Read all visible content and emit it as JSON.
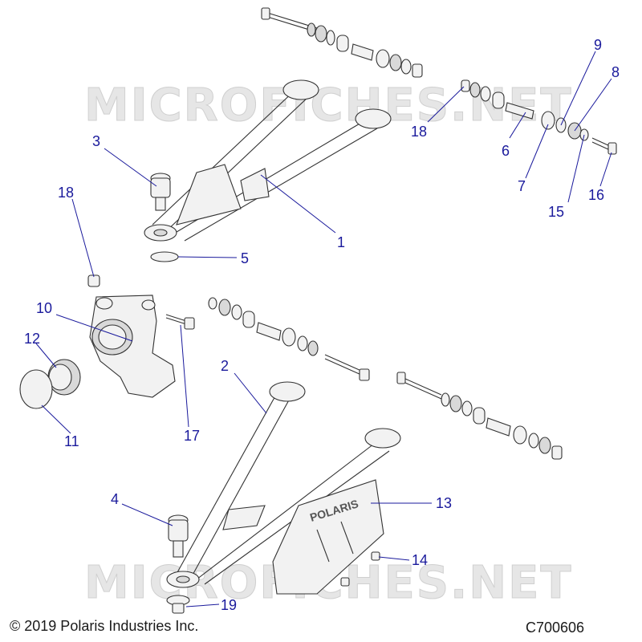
{
  "watermark": "MICROFICHES.NET",
  "copyright": "© 2019 Polaris Industries Inc.",
  "figure_id": "C700606",
  "skid_brand": "POLARIS",
  "callouts": {
    "c1": "1",
    "c2": "2",
    "c3": "3",
    "c4": "4",
    "c5": "5",
    "c6": "6",
    "c7": "7",
    "c8": "8",
    "c9": "9",
    "c10": "10",
    "c11": "11",
    "c12": "12",
    "c13": "13",
    "c14": "14",
    "c15": "15",
    "c16": "16",
    "c17": "17",
    "c18a": "18",
    "c18b": "18",
    "c19": "19"
  },
  "colors": {
    "callout": "#1a1a9c",
    "line": "#333333",
    "watermark": "#e6e6e6"
  }
}
